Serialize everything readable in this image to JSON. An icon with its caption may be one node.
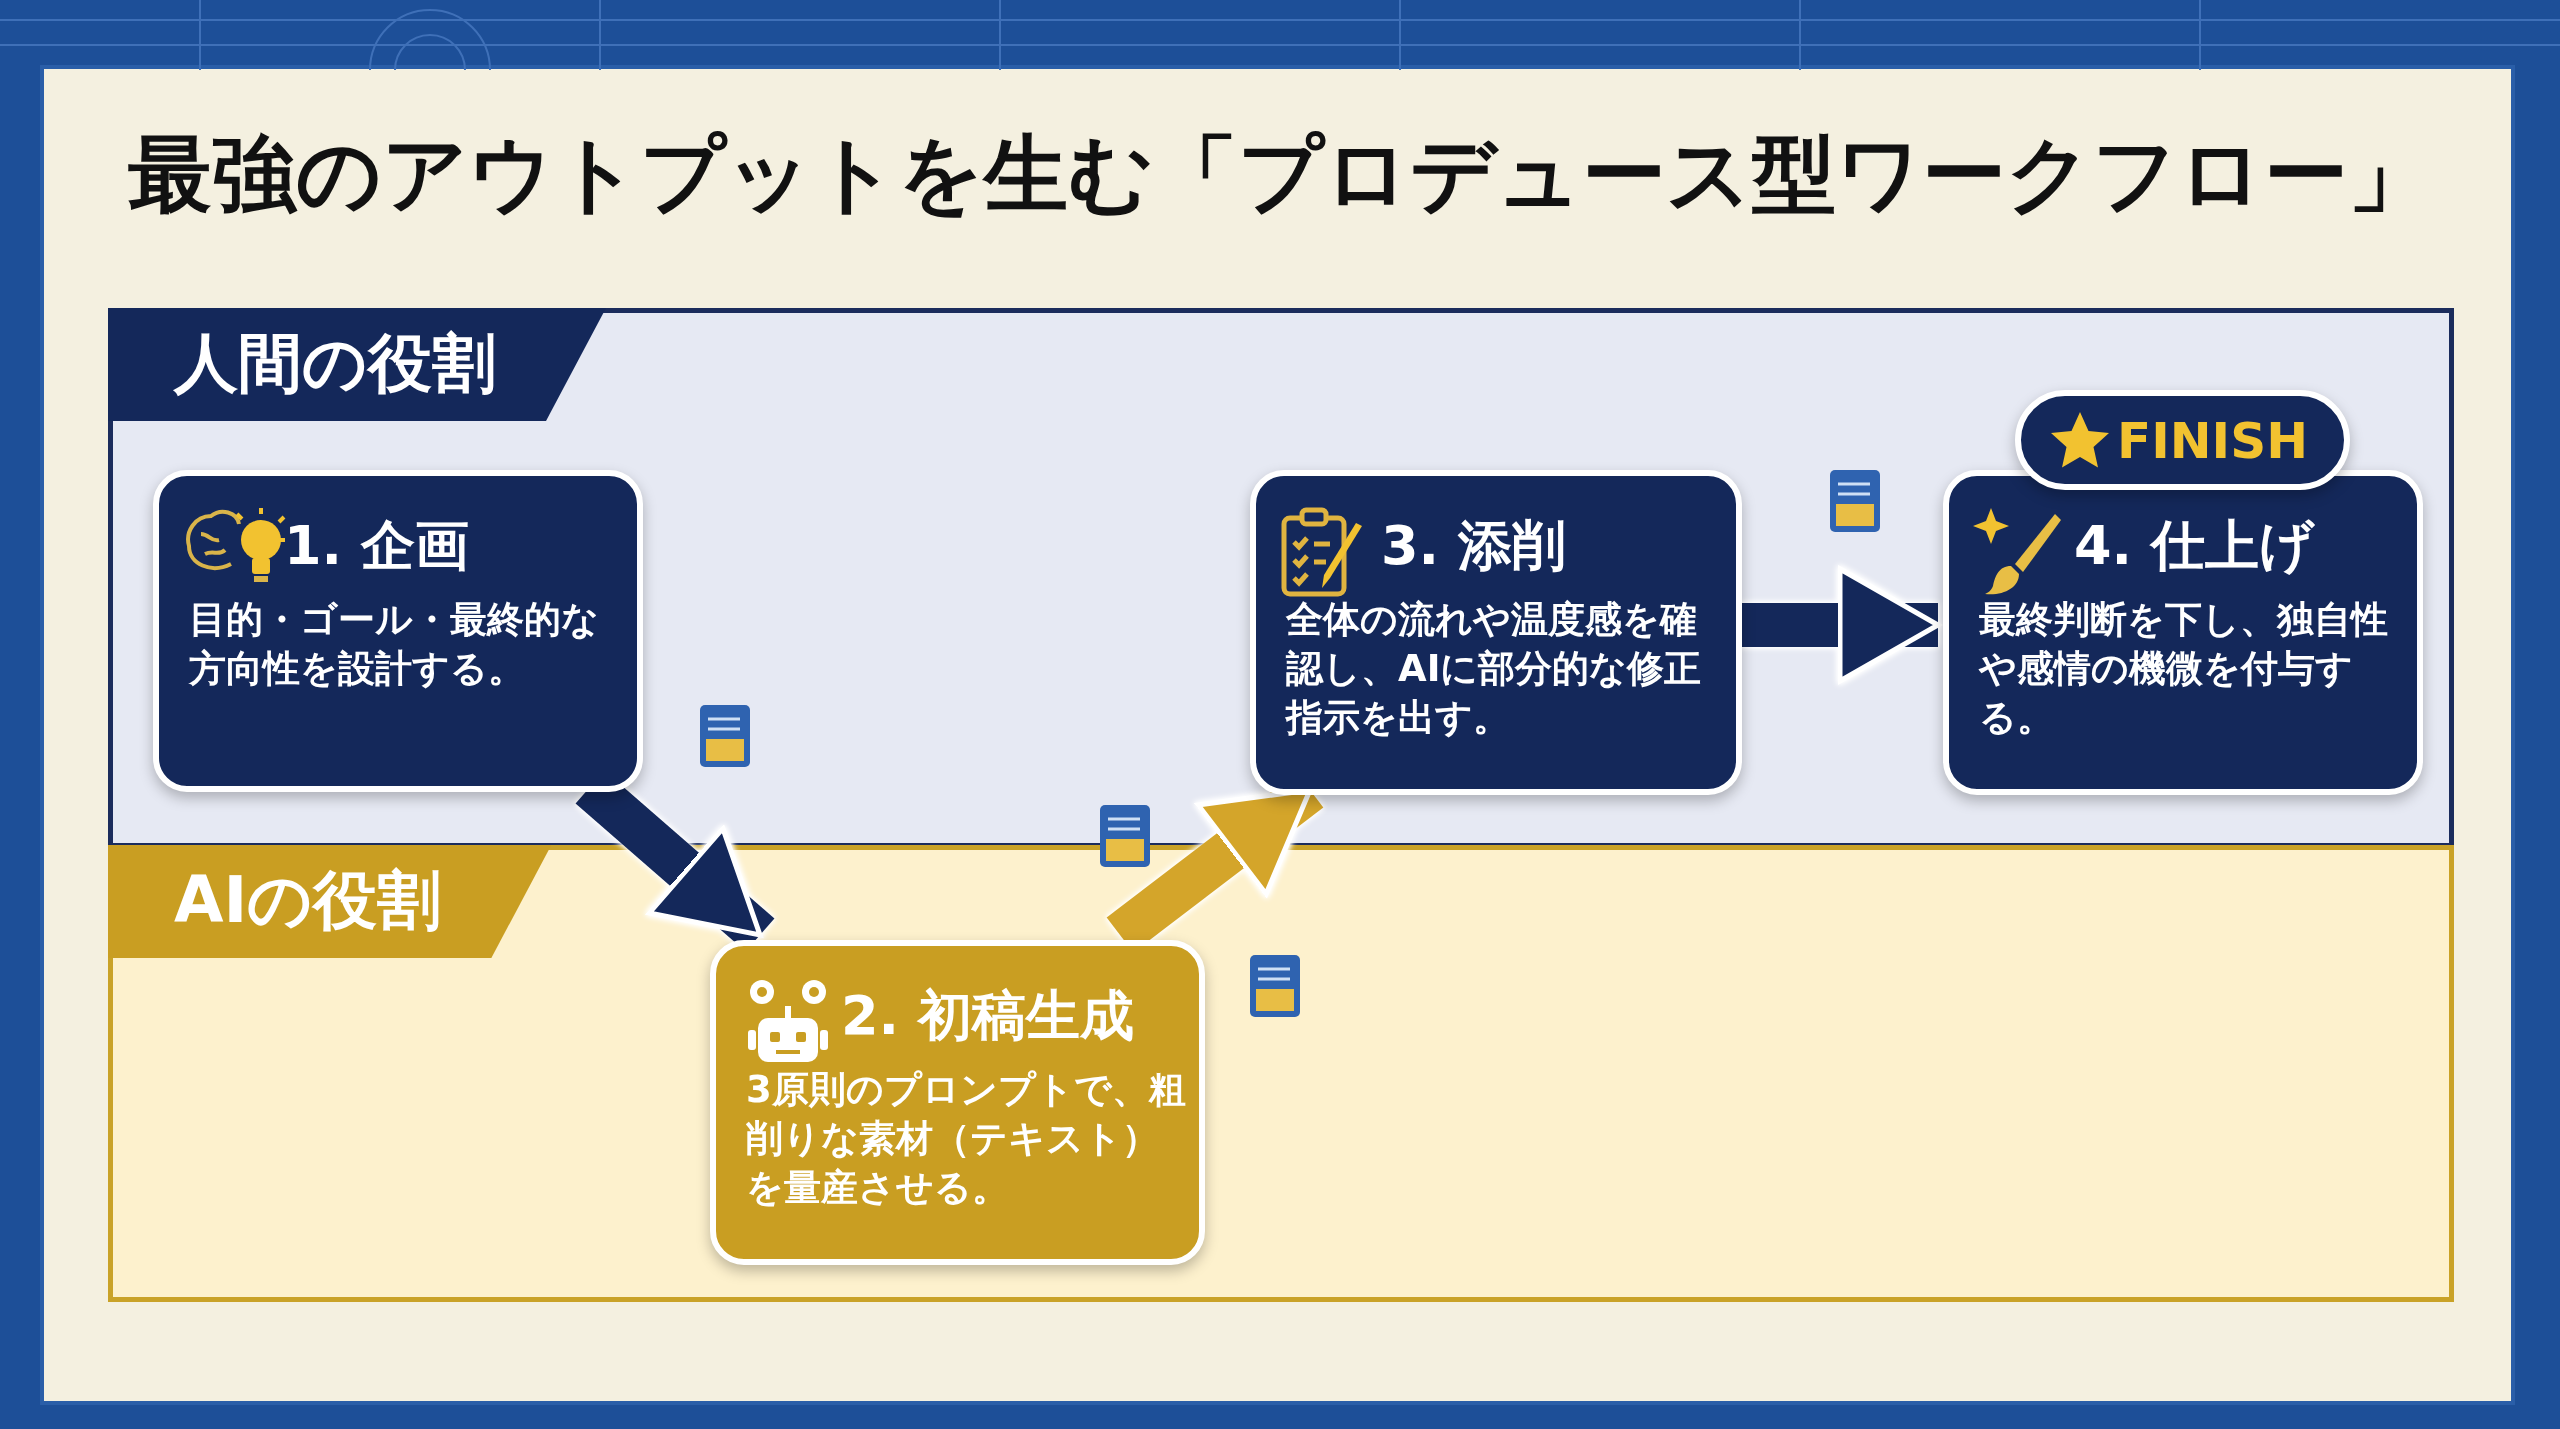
{
  "diagram": {
    "title": "最強のアウトプットを生む「プロデュース型ワークフロー」",
    "nodes": [
      {
        "text": [
          "人間の役割"
        ]
      },
      {
        "text": [
          "AIの役割"
        ]
      },
      {
        "text": [
          "1. 企画",
          "目的・ゴール・最終的な方向性を設計する。"
        ],
        "in": 0
      },
      {
        "text": [
          "2. 初稿生成",
          "3原則のプロンプトで、粗削りな素材（テキスト）を量産させる。"
        ],
        "in": 1
      },
      {
        "text": [
          "3. 添削",
          "全体の流れや温度感を確認し、AIに部分的な修正指示を出す。"
        ],
        "in": 0
      },
      {
        "text": [
          "4. 仕上げ",
          "最終判断を下し、独自性や感情の機微を付与する。"
        ],
        "in": 0
      },
      {
        "text": [
          "FINISH"
        ],
        "in": 0
      }
    ],
    "edges": [
      {
        "from": 2,
        "to": 3,
        "arrow": "to"
      },
      {
        "from": 3,
        "to": 4,
        "arrow": "to",
        "color": "#d4a52a"
      },
      {
        "from": 4,
        "to": 5,
        "arrow": "to"
      }
    ]
  }
}
